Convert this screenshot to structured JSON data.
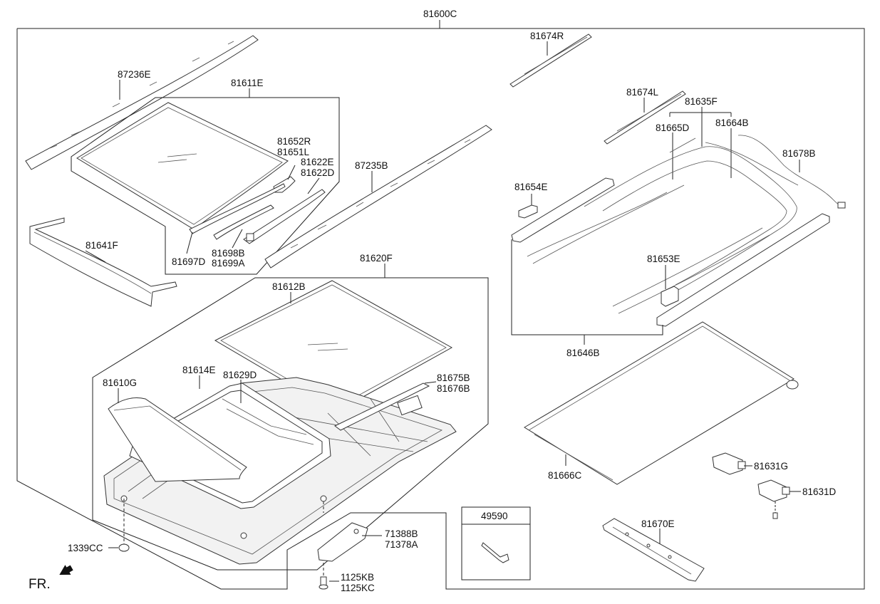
{
  "labels": {
    "assembly": "81600C",
    "rail_rear": "87236E",
    "glass_assy": "81611E",
    "bracket_r": "81652R",
    "bracket_l": "81651L",
    "guide_e": "81622E",
    "guide_d": "81622D",
    "rail_front": "87235B",
    "deflector": "81641F",
    "seal_697": "81697D",
    "link_698": "81698B",
    "link_699": "81699A",
    "frame_assy": "81620F",
    "fixed_glass": "81612B",
    "weatherstrip": "81614E",
    "drain_hose": "81629D",
    "cover_675": "81675B",
    "cover_676": "81676B",
    "panel_610": "81610G",
    "clip": "1339CC",
    "bracket_388": "71388B",
    "bracket_378": "71378A",
    "bolt_kb": "1125KB",
    "bolt_kc": "1125KC",
    "adhesive": "49590",
    "molding_r": "81674R",
    "molding_l": "81674L",
    "mechanism": "81635F",
    "cable_d": "81665D",
    "cable_b": "81664B",
    "harness": "81678B",
    "stopper": "81654E",
    "guide_653": "81653E",
    "rail_assy": "81646B",
    "sunshade": "81666C",
    "motor_g": "81631G",
    "motor_d": "81631D",
    "trim": "81670E",
    "fr_label": "FR."
  },
  "colors": {
    "line": "#222222",
    "part_fill": "#ffffff",
    "shade_fill": "#f2f2f2"
  }
}
